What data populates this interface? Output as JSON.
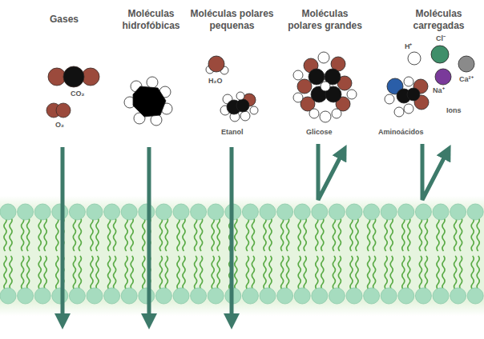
{
  "diagram": {
    "labels": [
      "Gases",
      "Moléculas hidrofóbicas",
      "Moléculas polares pequenas",
      "Moléculas polares grandes",
      "Moléculas carregadas",
      "CO₂",
      "O₂",
      "H₂O",
      "Etanol",
      "Glicose",
      "Aminoácidos",
      "H⁺",
      "Cl⁻",
      "Na⁺",
      "Ca²⁺",
      "Ions"
    ]
  }
}
